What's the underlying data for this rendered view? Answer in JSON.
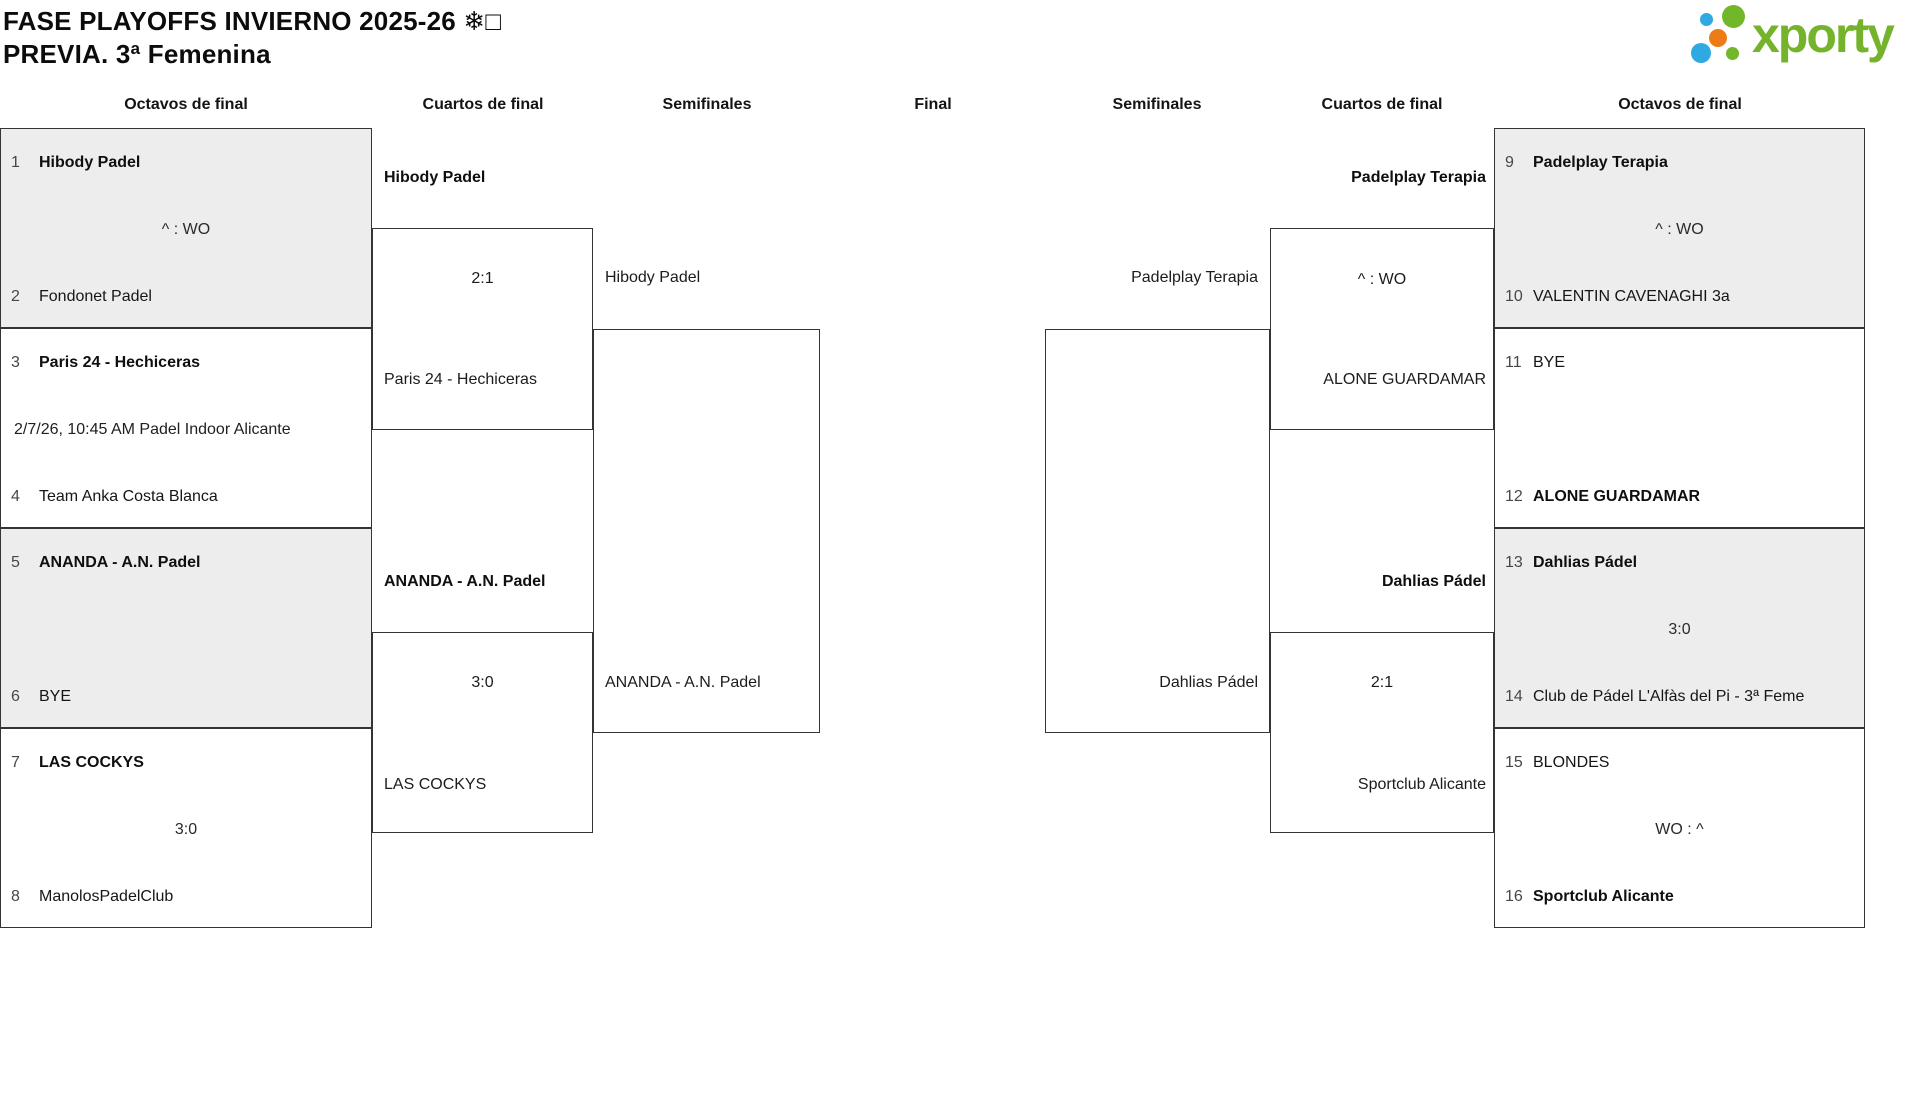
{
  "title": {
    "line1": "FASE PLAYOFFS INVIERNO 2025-26 ❄□",
    "line2": "PREVIA. 3ª Femenina"
  },
  "logo": {
    "brand": "xporty",
    "colors": {
      "green": "#72b62a",
      "blue": "#2ea9e1",
      "orange": "#ec7c16",
      "text_green": "#74b32b"
    }
  },
  "columns": {
    "octavos_left": "Octavos de final",
    "cuartos_left": "Cuartos de final",
    "semis_left": "Semifinales",
    "final": "Final",
    "semis_right": "Semifinales",
    "cuartos_right": "Cuartos de final",
    "octavos_right": "Octavos de final"
  },
  "matches": {
    "l1": {
      "seed_a": "1",
      "team_a": "Hibody Padel",
      "score": "^ : WO",
      "seed_b": "2",
      "team_b": "Fondonet Padel"
    },
    "l2": {
      "seed_a": "3",
      "team_a": "Paris 24 - Hechiceras",
      "score": "2/7/26, 10:45 AM Padel Indoor Alicante",
      "seed_b": "4",
      "team_b": "Team Anka Costa Blanca"
    },
    "l3": {
      "seed_a": "5",
      "team_a": "ANANDA - A.N. Padel",
      "score": "",
      "seed_b": "6",
      "team_b": "BYE"
    },
    "l4": {
      "seed_a": "7",
      "team_a": "LAS COCKYS",
      "score": "3:0",
      "seed_b": "8",
      "team_b": "ManolosPadelClub"
    },
    "r1": {
      "seed_a": "9",
      "team_a": "Padelplay Terapia",
      "score": "^ : WO",
      "seed_b": "10",
      "team_b": "VALENTIN CAVENAGHI 3a"
    },
    "r2": {
      "seed_a": "11",
      "team_a": "BYE",
      "score": "",
      "seed_b": "12",
      "team_b": "ALONE GUARDAMAR"
    },
    "r3": {
      "seed_a": "13",
      "team_a": "Dahlias Pádel",
      "score": "3:0",
      "seed_b": "14",
      "team_b": "Club de Pádel L'Alfàs del Pi - 3ª Feme"
    },
    "r4": {
      "seed_a": "15",
      "team_a": "BLONDES",
      "score": "WO : ^",
      "seed_b": "16",
      "team_b": "Sportclub Alicante"
    }
  },
  "cuartos": {
    "l1": {
      "winner": "Hibody Padel",
      "score": "2:1",
      "loser": "Paris 24 - Hechiceras"
    },
    "l2": {
      "winner": "ANANDA - A.N. Padel",
      "score": "3:0",
      "loser": "LAS COCKYS"
    },
    "r1": {
      "winner": "Padelplay Terapia",
      "score": "^ : WO",
      "loser": "ALONE GUARDAMAR"
    },
    "r2": {
      "winner": "Dahlias Pádel",
      "score": "2:1",
      "loser": "Sportclub Alicante"
    }
  },
  "semis": {
    "left": {
      "top": "Hibody Padel",
      "bottom": "ANANDA - A.N. Padel"
    },
    "right": {
      "top": "Padelplay Terapia",
      "bottom": "Dahlias Pádel"
    }
  }
}
